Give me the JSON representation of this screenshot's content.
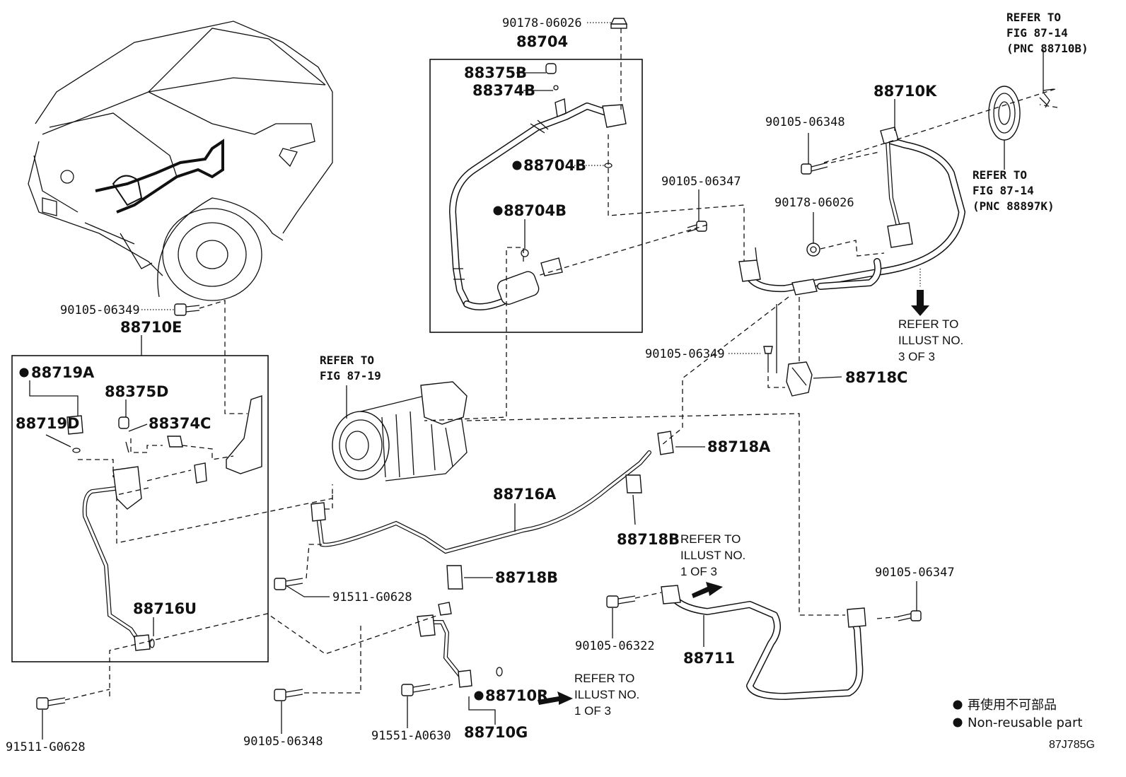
{
  "illustration_code": "87J785G",
  "legend": {
    "line1": "再使用不可部品",
    "line2": "Non-reusable part"
  },
  "labels": {
    "p90178_top": "90178-06026",
    "p88704": "88704",
    "p88375B": "88375B",
    "p88374B": "88374B",
    "p88704B_1": "88704B",
    "p88704B_2": "88704B",
    "p90105_06347_mid": "90105-06347",
    "p90105_06348_top": "90105-06348",
    "p88710K": "88710K",
    "p90178_mid": "90178-06026",
    "p90105_06349_left": "90105-06349",
    "p88710E": "88710E",
    "p88719A": "88719A",
    "p88375D": "88375D",
    "p88719D": "88719D",
    "p88374C": "88374C",
    "p88716U": "88716U",
    "p90105_06349_right": "90105-06349",
    "p88718C": "88718C",
    "p88718A": "88718A",
    "p88716A": "88716A",
    "p88718B_1": "88718B",
    "p88718B_2": "88718B",
    "p91511_mid": "91511-G0628",
    "p90105_06347_right": "90105-06347",
    "p90105_06322": "90105-06322",
    "p88711": "88711",
    "p88710R": "88710R",
    "p88710G": "88710G",
    "p91511_bot": "91511-G0628",
    "p90105_06348_bot": "90105-06348",
    "p91551": "91551-A0630"
  },
  "refs": {
    "fig8714_top": [
      "REFER TO",
      "FIG 87-14",
      "(PNC 88710B)"
    ],
    "fig8714_mid": [
      "REFER TO",
      "FIG 87-14",
      "(PNC 88897K)"
    ],
    "illust3": [
      "REFER TO",
      "ILLUST NO.",
      "3 OF 3"
    ],
    "fig8719": [
      "REFER TO",
      "FIG 87-19"
    ],
    "illust1_mid": [
      "REFER TO",
      "ILLUST NO.",
      "1 OF 3"
    ],
    "illust1_bot": [
      "REFER TO",
      "ILLUST NO.",
      "1 OF 3"
    ]
  }
}
